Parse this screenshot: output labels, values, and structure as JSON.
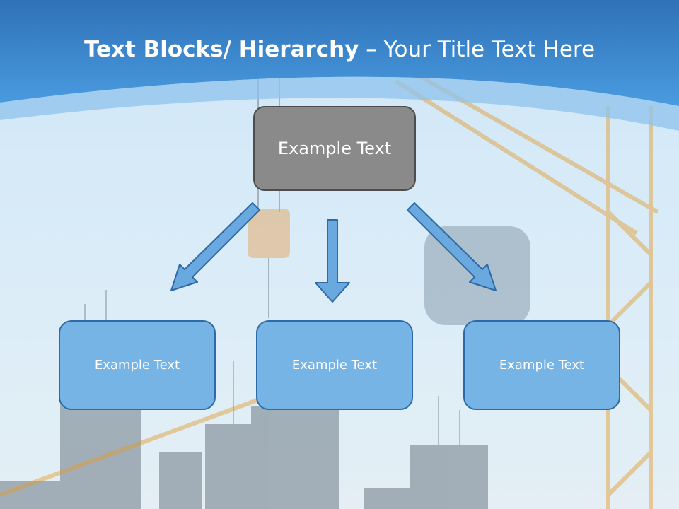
{
  "slide": {
    "title_bold": "Text Blocks/ Hierarchy",
    "title_rest": " – Your Title Text Here"
  },
  "diagram": {
    "root": "Example Text",
    "children": [
      "Example Text",
      "Example Text",
      "Example Text"
    ]
  },
  "colors": {
    "header_blue": "#3a8ad6",
    "root_fill": "#8a8a8a",
    "child_fill": "#76b4e6",
    "arrow_fill": "#6aa8e0"
  },
  "icons": [
    "down-left-arrow",
    "down-arrow",
    "down-right-arrow"
  ]
}
